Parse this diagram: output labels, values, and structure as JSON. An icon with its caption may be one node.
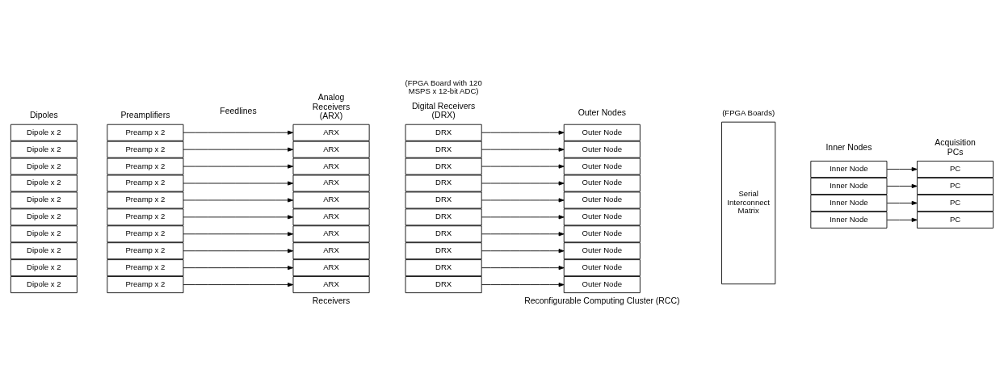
{
  "diagram": {
    "nodes": [
      {
        "text": [
          "Dipole x 2"
        ]
      },
      {
        "text": [
          "Dipole x 2"
        ]
      },
      {
        "text": [
          "Dipole x 2"
        ]
      },
      {
        "text": [
          "Dipole x 2"
        ]
      },
      {
        "text": [
          "Dipole x 2"
        ]
      },
      {
        "text": [
          "Dipole x 2"
        ]
      },
      {
        "text": [
          "Dipole x 2"
        ]
      },
      {
        "text": [
          "Dipole x 2"
        ]
      },
      {
        "text": [
          "Dipole x 2"
        ]
      },
      {
        "text": [
          "Dipole x 2"
        ]
      },
      {
        "text": [
          "Preamp x 2"
        ]
      },
      {
        "text": [
          "Preamp x 2"
        ]
      },
      {
        "text": [
          "Preamp x 2"
        ]
      },
      {
        "text": [
          "Preamp x 2"
        ]
      },
      {
        "text": [
          "Preamp x 2"
        ]
      },
      {
        "text": [
          "Preamp x 2"
        ]
      },
      {
        "text": [
          "Preamp x 2"
        ]
      },
      {
        "text": [
          "Preamp x 2"
        ]
      },
      {
        "text": [
          "Preamp x 2"
        ]
      },
      {
        "text": [
          "Preamp x 2"
        ]
      },
      {
        "text": [
          "ARX"
        ]
      },
      {
        "text": [
          "ARX"
        ]
      },
      {
        "text": [
          "ARX"
        ]
      },
      {
        "text": [
          "ARX"
        ]
      },
      {
        "text": [
          "ARX"
        ]
      },
      {
        "text": [
          "ARX"
        ]
      },
      {
        "text": [
          "ARX"
        ]
      },
      {
        "text": [
          "ARX"
        ]
      },
      {
        "text": [
          "ARX"
        ]
      },
      {
        "text": [
          "ARX"
        ]
      },
      {
        "text": [
          "DRX"
        ]
      },
      {
        "text": [
          "DRX"
        ]
      },
      {
        "text": [
          "DRX"
        ]
      },
      {
        "text": [
          "DRX"
        ]
      },
      {
        "text": [
          "DRX"
        ]
      },
      {
        "text": [
          "DRX"
        ]
      },
      {
        "text": [
          "DRX"
        ]
      },
      {
        "text": [
          "DRX"
        ]
      },
      {
        "text": [
          "DRX"
        ]
      },
      {
        "text": [
          "DRX"
        ]
      },
      {
        "text": [
          "Outer Node"
        ]
      },
      {
        "text": [
          "Outer Node"
        ]
      },
      {
        "text": [
          "Outer Node"
        ]
      },
      {
        "text": [
          "Outer Node"
        ]
      },
      {
        "text": [
          "Outer Node"
        ]
      },
      {
        "text": [
          "Outer Node"
        ]
      },
      {
        "text": [
          "Outer Node"
        ]
      },
      {
        "text": [
          "Outer Node"
        ]
      },
      {
        "text": [
          "Outer Node"
        ]
      },
      {
        "text": [
          "Outer Node"
        ]
      },
      {
        "text": [
          "Serial Interconnect Matrix"
        ]
      },
      {
        "text": [
          "Inner Node"
        ]
      },
      {
        "text": [
          "Inner Node"
        ]
      },
      {
        "text": [
          "Inner Node"
        ]
      },
      {
        "text": [
          "Inner Node"
        ]
      },
      {
        "text": [
          "PC"
        ]
      },
      {
        "text": [
          "PC"
        ]
      },
      {
        "text": [
          "PC"
        ]
      },
      {
        "text": [
          "PC"
        ]
      }
    ],
    "edges": [
      {
        "from": 10,
        "to": 20,
        "arrow": "to"
      },
      {
        "from": 11,
        "to": 21,
        "arrow": "to"
      },
      {
        "from": 12,
        "to": 22,
        "arrow": "to"
      },
      {
        "from": 13,
        "to": 23,
        "arrow": "to"
      },
      {
        "from": 14,
        "to": 24,
        "arrow": "to"
      },
      {
        "from": 15,
        "to": 25,
        "arrow": "to"
      },
      {
        "from": 16,
        "to": 26,
        "arrow": "to"
      },
      {
        "from": 17,
        "to": 27,
        "arrow": "to"
      },
      {
        "from": 18,
        "to": 28,
        "arrow": "to"
      },
      {
        "from": 19,
        "to": 29,
        "arrow": "to"
      },
      {
        "from": 30,
        "to": 40,
        "arrow": "to"
      },
      {
        "from": 31,
        "to": 41,
        "arrow": "to"
      },
      {
        "from": 32,
        "to": 42,
        "arrow": "to"
      },
      {
        "from": 33,
        "to": 43,
        "arrow": "to"
      },
      {
        "from": 34,
        "to": 44,
        "arrow": "to"
      },
      {
        "from": 35,
        "to": 45,
        "arrow": "to"
      },
      {
        "from": 36,
        "to": 46,
        "arrow": "to"
      },
      {
        "from": 37,
        "to": 47,
        "arrow": "to"
      },
      {
        "from": 38,
        "to": 48,
        "arrow": "to"
      },
      {
        "from": 39,
        "to": 49,
        "arrow": "to"
      },
      {
        "from": 51,
        "to": 55,
        "arrow": "to"
      },
      {
        "from": 52,
        "to": 56,
        "arrow": "to"
      },
      {
        "from": 53,
        "to": 57,
        "arrow": "to"
      },
      {
        "from": 54,
        "to": 58,
        "arrow": "to"
      }
    ],
    "labels": [
      "Receivers",
      "Reconfigurable Computing Cluster (RCC)",
      "Dipoles",
      "Preamplifiers",
      "Feedlines",
      "Analog Receivers (ARX)",
      "Digital Receivers (DRX)",
      "(FPGA Board with 120 MSPS x 12-bit ADC)",
      "Outer Nodes",
      "(FPGA Boards)",
      "Inner Nodes",
      "Acquisition PCs"
    ]
  }
}
